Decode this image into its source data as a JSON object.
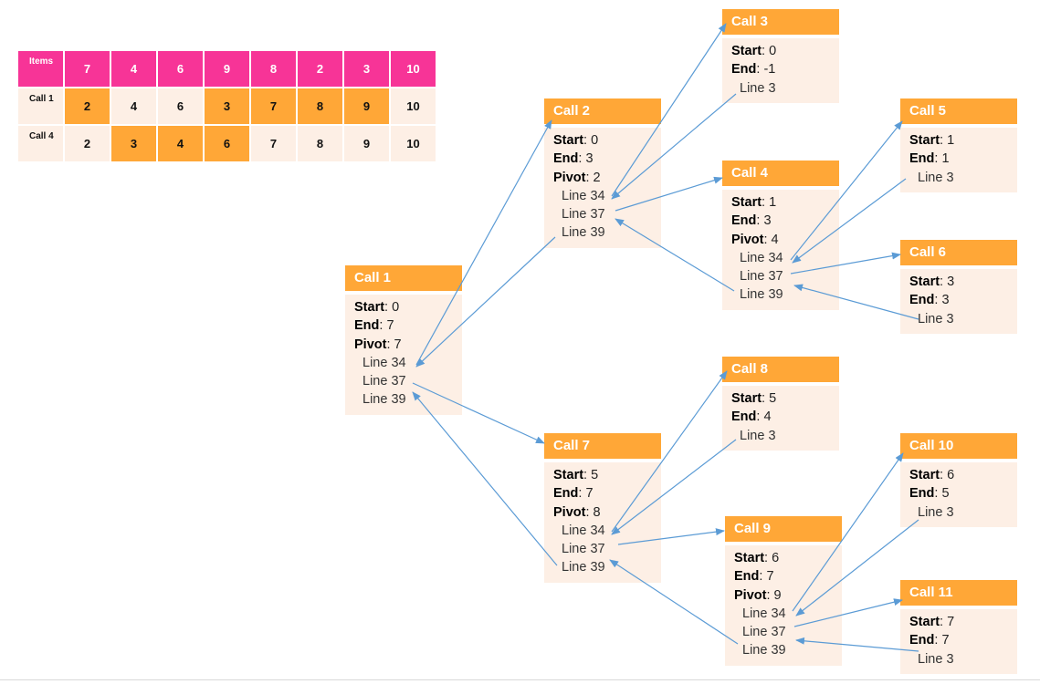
{
  "table": {
    "header": {
      "label": "Items",
      "values": [
        "7",
        "4",
        "6",
        "9",
        "8",
        "2",
        "3",
        "10"
      ]
    },
    "rows": [
      {
        "label": "Call 1",
        "values": [
          "2",
          "4",
          "6",
          "3",
          "7",
          "8",
          "9",
          "10"
        ],
        "highlight": [
          0,
          3,
          4,
          5,
          6
        ]
      },
      {
        "label": "Call 4",
        "values": [
          "2",
          "3",
          "4",
          "6",
          "7",
          "8",
          "9",
          "10"
        ],
        "highlight": [
          1,
          2,
          3
        ]
      }
    ]
  },
  "colors": {
    "title_bg": "#ffa737",
    "body_bg": "#fdefe5",
    "header_bg": "#f73497",
    "arrow": "#5b9bd5"
  },
  "calls": {
    "c1": {
      "title": "Call 1",
      "start": "0",
      "end": "7",
      "pivot": "7"
    },
    "c2": {
      "title": "Call 2",
      "start": "0",
      "end": "3",
      "pivot": "2"
    },
    "c3": {
      "title": "Call 3",
      "start": "0",
      "end": "-1"
    },
    "c4": {
      "title": "Call 4",
      "start": "1",
      "end": "3",
      "pivot": "4"
    },
    "c5": {
      "title": "Call 5",
      "start": "1",
      "end": "1"
    },
    "c6": {
      "title": "Call 6",
      "start": "3",
      "end": "3"
    },
    "c7": {
      "title": "Call 7",
      "start": "5",
      "end": "7",
      "pivot": "8"
    },
    "c8": {
      "title": "Call 8",
      "start": "5",
      "end": "4"
    },
    "c9": {
      "title": "Call 9",
      "start": "6",
      "end": "7",
      "pivot": "9"
    },
    "c10": {
      "title": "Call 10",
      "start": "6",
      "end": "5"
    },
    "c11": {
      "title": "Call 11",
      "start": "7",
      "end": "7"
    }
  },
  "labels": {
    "start": "Start",
    "end": "End",
    "pivot": "Pivot",
    "line34": "Line 34",
    "line37": "Line 37",
    "line39": "Line 39",
    "line3": "Line 3"
  }
}
